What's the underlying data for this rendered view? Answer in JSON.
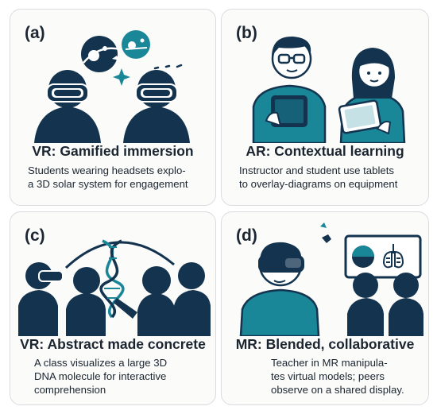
{
  "colors": {
    "navy": "#13334f",
    "teal": "#1a8799",
    "ink": "#1d2733",
    "skin": "#ffffff"
  },
  "panels": [
    {
      "letter": "(a)",
      "title": "VR: Gamified immersion",
      "caption": "Students wearing headsets explo-\na 3D solar system for engagement",
      "icons": [
        "vr-headset-icon",
        "planet-icon",
        "sparkle-icon"
      ]
    },
    {
      "letter": "(b)",
      "title": "AR: Contextual learning",
      "caption": "Instructor and student use tablets\nto overlay-diagrams on equipment",
      "icons": [
        "tablet-icon"
      ]
    },
    {
      "letter": "(c)",
      "title": "VR: Abstract made concrete",
      "caption": "A class visualizes a large 3D\nDNA molecule for interactive\ncomprehension",
      "icons": [
        "dna-helix-icon",
        "vr-headset-icon"
      ]
    },
    {
      "letter": "(d)",
      "title": "MR: Blended, collaborative",
      "caption": "Teacher in MR manipula-\ntes virtual models; peers\nobserve on a shared display.",
      "icons": [
        "vr-headset-icon",
        "shared-display-icon",
        "lungs-icon"
      ]
    }
  ]
}
